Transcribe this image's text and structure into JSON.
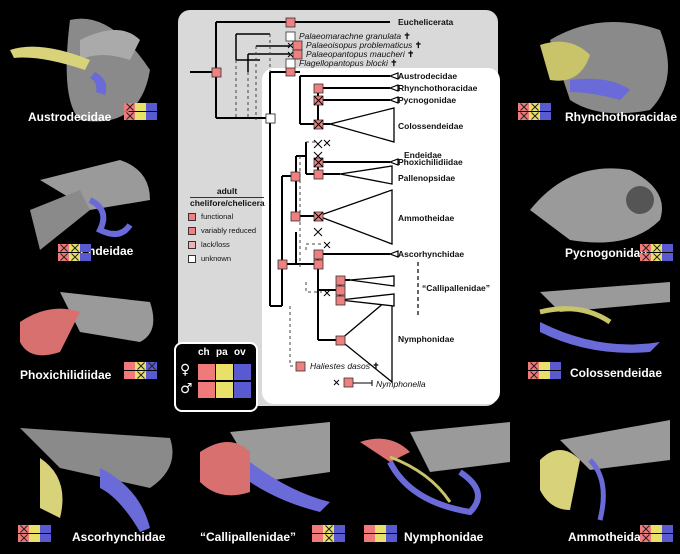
{
  "colors": {
    "chelifore": "#f07a7a",
    "palp": "#e9e06a",
    "ovigera": "#5a5ad0",
    "functional": "#f08080",
    "background": "#000000",
    "tree_box": "#d9d9d9"
  },
  "outgroups": [
    {
      "label": "Euchelicerata"
    },
    {
      "label": "Palaeomarachne granulata",
      "extinct": true
    },
    {
      "label": "Palaeoisopus problematicus",
      "extinct": true
    },
    {
      "label": "Palaeopantopus maucheri",
      "extinct": true
    },
    {
      "label": "Flagellopantopus blocki",
      "extinct": true
    }
  ],
  "crown_tips": [
    "Austrodecidae",
    "Rhynchothoracidae",
    "Pycnogonidae",
    "Colossendeidae",
    "Endeidae",
    "Phoxichilidiidae",
    "Pallenopsidae",
    "Ammotheidae",
    "Ascorhynchidae",
    "“Callipallenidae”",
    "Nymphonidae"
  ],
  "fossil_tips": [
    {
      "label": "Haliestes dasos",
      "extinct": true
    },
    {
      "label": "Nymphonella",
      "extinct": false
    }
  ],
  "dagger": "✝",
  "legend": {
    "title_line1": "adult",
    "title_line2": "chelifore/chelicera",
    "items": [
      {
        "symbol": "functional-square",
        "label": "functional"
      },
      {
        "symbol": "reduced-square",
        "label": "variably reduced"
      },
      {
        "symbol": "loss-square",
        "label": "lack/loss"
      },
      {
        "symbol": "unknown-square",
        "label": "unknown"
      }
    ]
  },
  "key": {
    "headers": [
      "ch",
      "pa",
      "ov"
    ],
    "female": "♀",
    "male": "♂"
  },
  "families": [
    {
      "label": "Austrodecidae"
    },
    {
      "label": "Rhynchothoracidae"
    },
    {
      "label": "Endeidae"
    },
    {
      "label": "Pycnogonidae"
    },
    {
      "label": "Phoxichilidiidae"
    },
    {
      "label": "Colossendeidae"
    },
    {
      "label": "Ascorhynchidae"
    },
    {
      "label": "“Callipallenidae”"
    },
    {
      "label": "Nymphonidae"
    },
    {
      "label": "Ammotheidae"
    }
  ]
}
